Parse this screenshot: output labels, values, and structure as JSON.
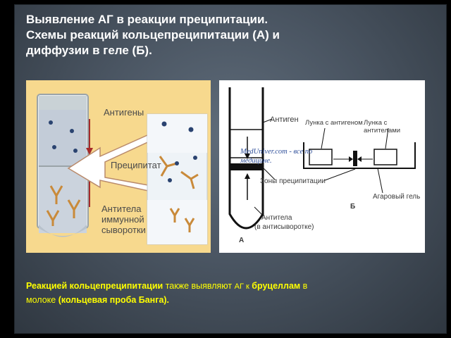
{
  "title": {
    "line1": "Выявление АГ в реакции преципитации.",
    "line2": "Схемы реакций кольцепреципитации (А) и",
    "line3": "диффузии в геле (Б)."
  },
  "left_figure": {
    "label_antigens": "Антигены",
    "label_precipitate": "Преципитат",
    "label_antibodies_1": "Антитела",
    "label_antibodies_2": "иммунной",
    "label_antibodies_3": "сыворотки"
  },
  "right_figure": {
    "label_antigen": "Антиген",
    "label_well_antigen": "Лунка с антигеном",
    "label_well_antibodies": "Лунка с антителами",
    "label_precipitation_zones": "Зоны преципитации",
    "label_antibodies": "Антитела",
    "label_antiserum": "(в антисыворотке)",
    "label_agarose": "Агаровый гель",
    "label_a": "А",
    "label_b": "Б",
    "watermark_1": "MedUniver.com - все по",
    "watermark_2": "медицине."
  },
  "caption": {
    "bold_1": "Реакцией кольцепреципитации",
    "normal_1": "также выявляют",
    "small_1": "АГ к",
    "bold_2": "бруцеллам",
    "normal_2": "в",
    "normal_3": "молоке",
    "bold_3": "(кольцевая проба Банга)."
  },
  "colors": {
    "title": "#ffffff",
    "caption": "#ffff00",
    "panel_a_bg": "#f7d98e",
    "arrow_red": "#a52a2a"
  }
}
